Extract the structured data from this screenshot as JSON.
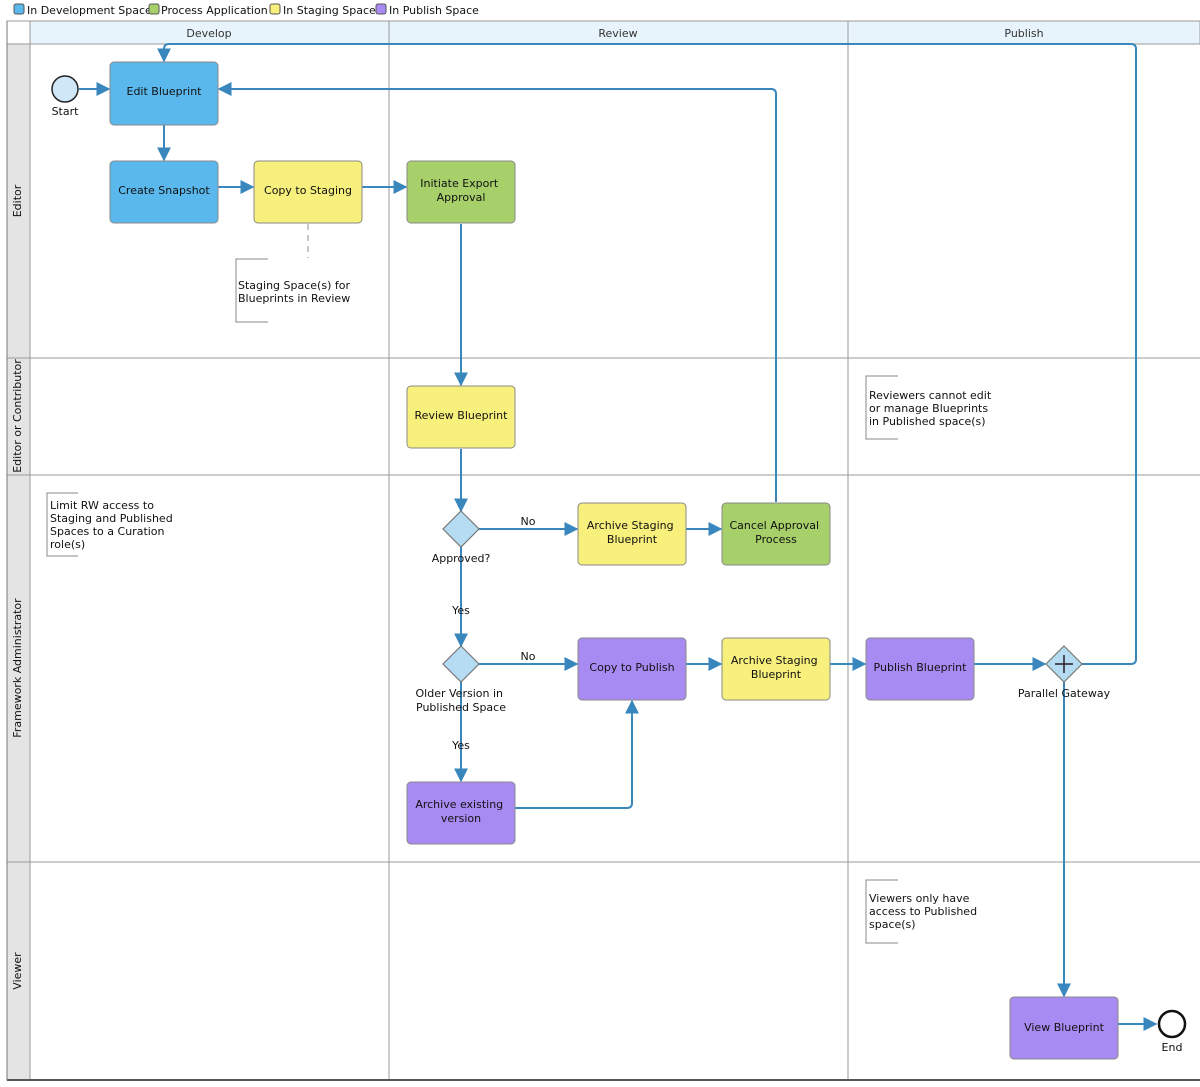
{
  "colors": {
    "development": "#5bb8ec",
    "process": "#a7cf6a",
    "staging": "#f7f07d",
    "publish": "#a78bf2",
    "gateway": "#b5dcf3",
    "start_event": "#cfe8f8",
    "flow": "#3a87bd",
    "header_bg": "#e8f4fb",
    "lane_bg": "#e4e4e4"
  },
  "legend": [
    {
      "label": "In Development Space",
      "color": "#5bb8ec"
    },
    {
      "label": "Process Application",
      "color": "#a7cf6a"
    },
    {
      "label": "In Staging Space",
      "color": "#f7f07d"
    },
    {
      "label": "In Publish Space",
      "color": "#a78bf2"
    }
  ],
  "columns": [
    "Develop",
    "Review",
    "Publish"
  ],
  "lanes": [
    "Editor",
    "Editor or Contributor",
    "Framework Administrator",
    "Viewer"
  ],
  "events": {
    "start": "Start",
    "end": "End"
  },
  "tasks": {
    "edit_blueprint": [
      "Edit Blueprint"
    ],
    "create_snapshot": [
      "Create Snapshot"
    ],
    "copy_to_staging": [
      "Copy to Staging"
    ],
    "initiate_export": [
      "Initiate Export",
      "Approval"
    ],
    "review_blueprint": [
      "Review Blueprint"
    ],
    "archive_staging_1": [
      "Archive Staging",
      "Blueprint"
    ],
    "cancel_approval": [
      "Cancel Approval",
      "Process"
    ],
    "copy_to_publish": [
      "Copy to Publish"
    ],
    "archive_staging_2": [
      "Archive Staging",
      "Blueprint"
    ],
    "publish_blueprint": [
      "Publish Blueprint"
    ],
    "archive_existing": [
      "Archive existing",
      "version"
    ],
    "view_blueprint": [
      "View Blueprint"
    ]
  },
  "gateways": {
    "approved": [
      "Approved?"
    ],
    "older_version": [
      "Older Version in",
      "Published Space"
    ],
    "parallel": [
      "Parallel Gateway"
    ]
  },
  "flow_labels": {
    "approved_no": "No",
    "approved_yes": "Yes",
    "older_no": "No",
    "older_yes": "Yes"
  },
  "annotations": {
    "staging_spaces": [
      "Staging Space(s) for",
      "Blueprints in Review"
    ],
    "reviewers": [
      "Reviewers cannot edit",
      "or manage Blueprints",
      "in Published space(s)"
    ],
    "limit_rw": [
      "Limit RW access to",
      "Staging and Published",
      "Spaces to a Curation",
      "role(s)"
    ],
    "viewers": [
      "Viewers only have",
      "access to Published",
      "space(s)"
    ]
  }
}
